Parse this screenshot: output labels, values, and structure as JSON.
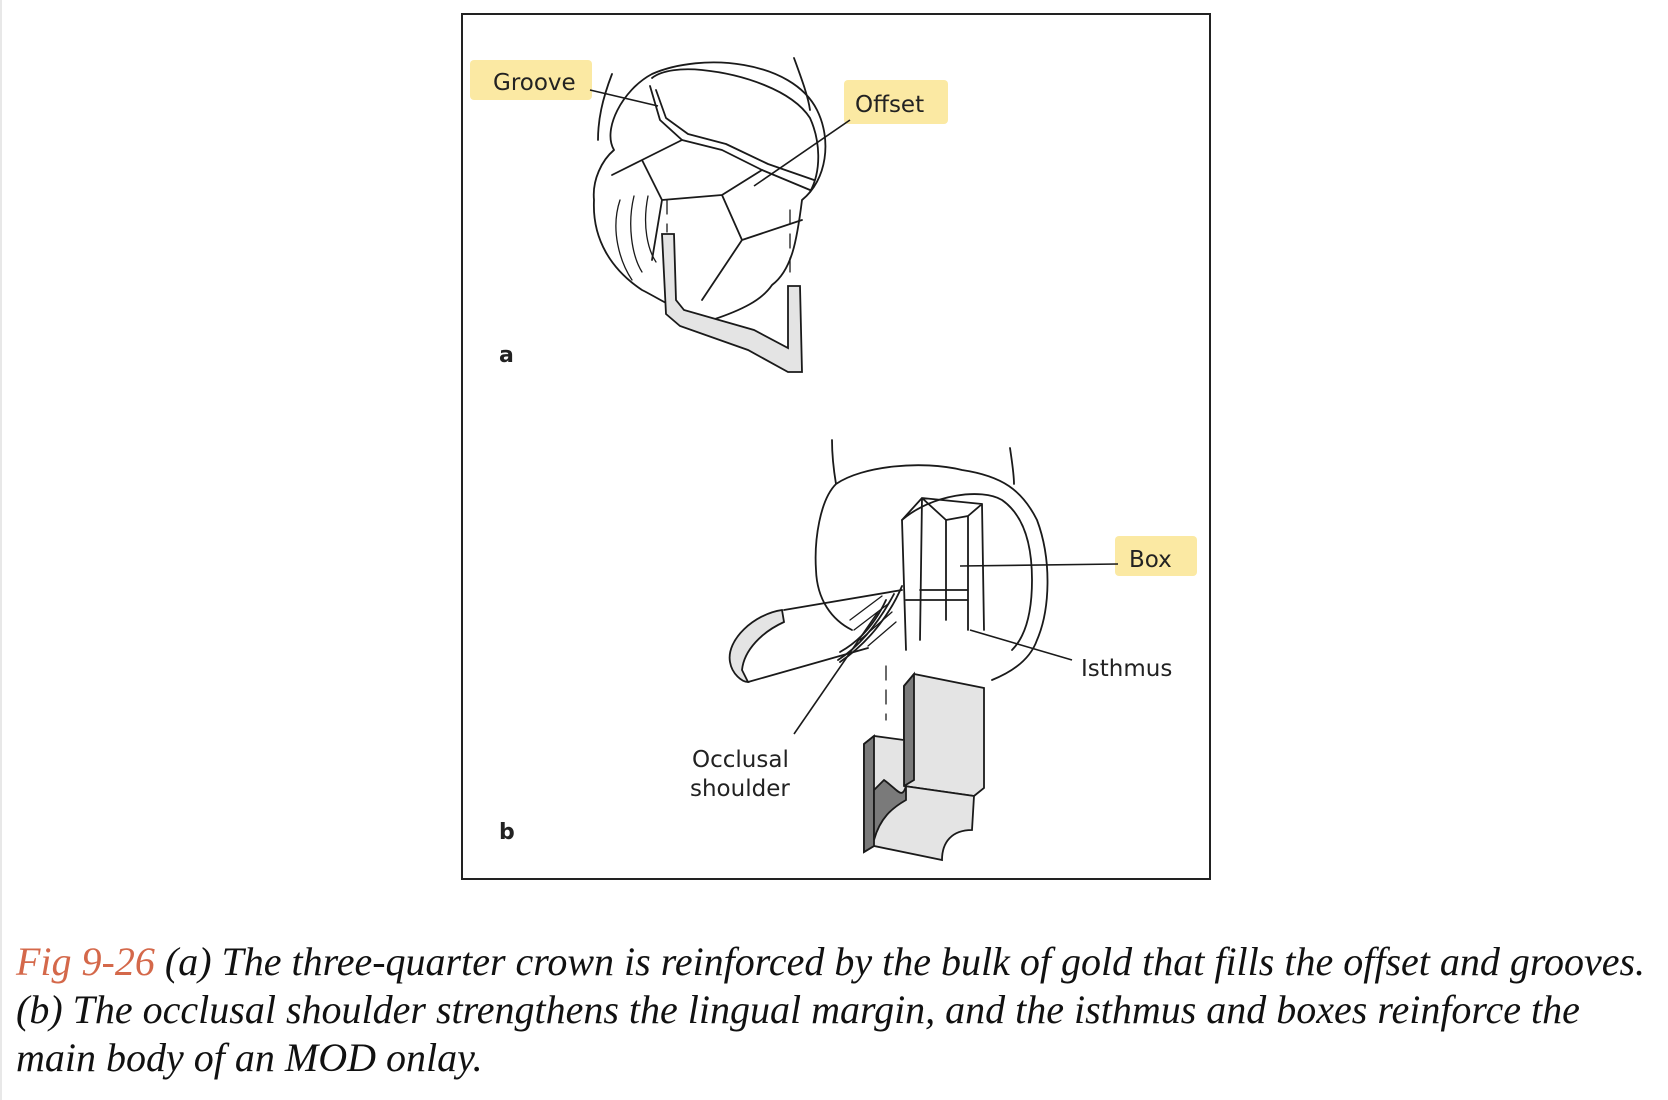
{
  "figure": {
    "panels": [
      {
        "letter": "a",
        "labels": {
          "groove": "Groove",
          "offset": "Offset"
        }
      },
      {
        "letter": "b",
        "labels": {
          "box": "Box",
          "isthmus": "Isthmus",
          "occlusal_line1": "Occlusal",
          "occlusal_line2": "shoulder"
        }
      }
    ],
    "highlight_color": "#fbe9a3"
  },
  "caption": {
    "number": "Fig 9-26",
    "text": " (a) The three-quarter crown is reinforced by the bulk of gold that fills the offset and grooves. (b) The occlusal shoulder strengthens the lingual margin, and the isthmus and boxes reinforce the main body of an MOD onlay.",
    "number_color": "#d4684a"
  }
}
